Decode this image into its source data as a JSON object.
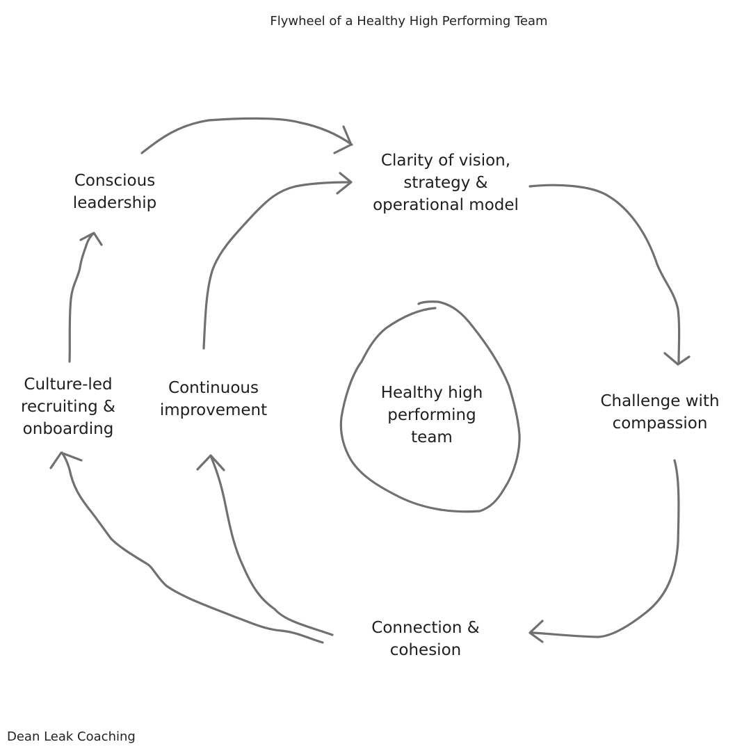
{
  "title": "Flywheel of a Healthy High Performing Team",
  "footer": "Dean Leak Coaching",
  "colors": {
    "stroke": "#707070",
    "text": "#1e1e1e",
    "background": "#ffffff"
  },
  "nodes": {
    "clarity": [
      "Clarity of vision,",
      "strategy &",
      "operational model"
    ],
    "challenge": [
      "Challenge with",
      "compassion"
    ],
    "connection": [
      "Connection &",
      "cohesion"
    ],
    "culture": [
      "Culture-led",
      "recruiting &",
      "onboarding"
    ],
    "conscious": [
      "Conscious",
      "leadership"
    ],
    "continuous": [
      "Continuous",
      "improvement"
    ],
    "center": [
      "Healthy high",
      "performing",
      "team"
    ]
  }
}
